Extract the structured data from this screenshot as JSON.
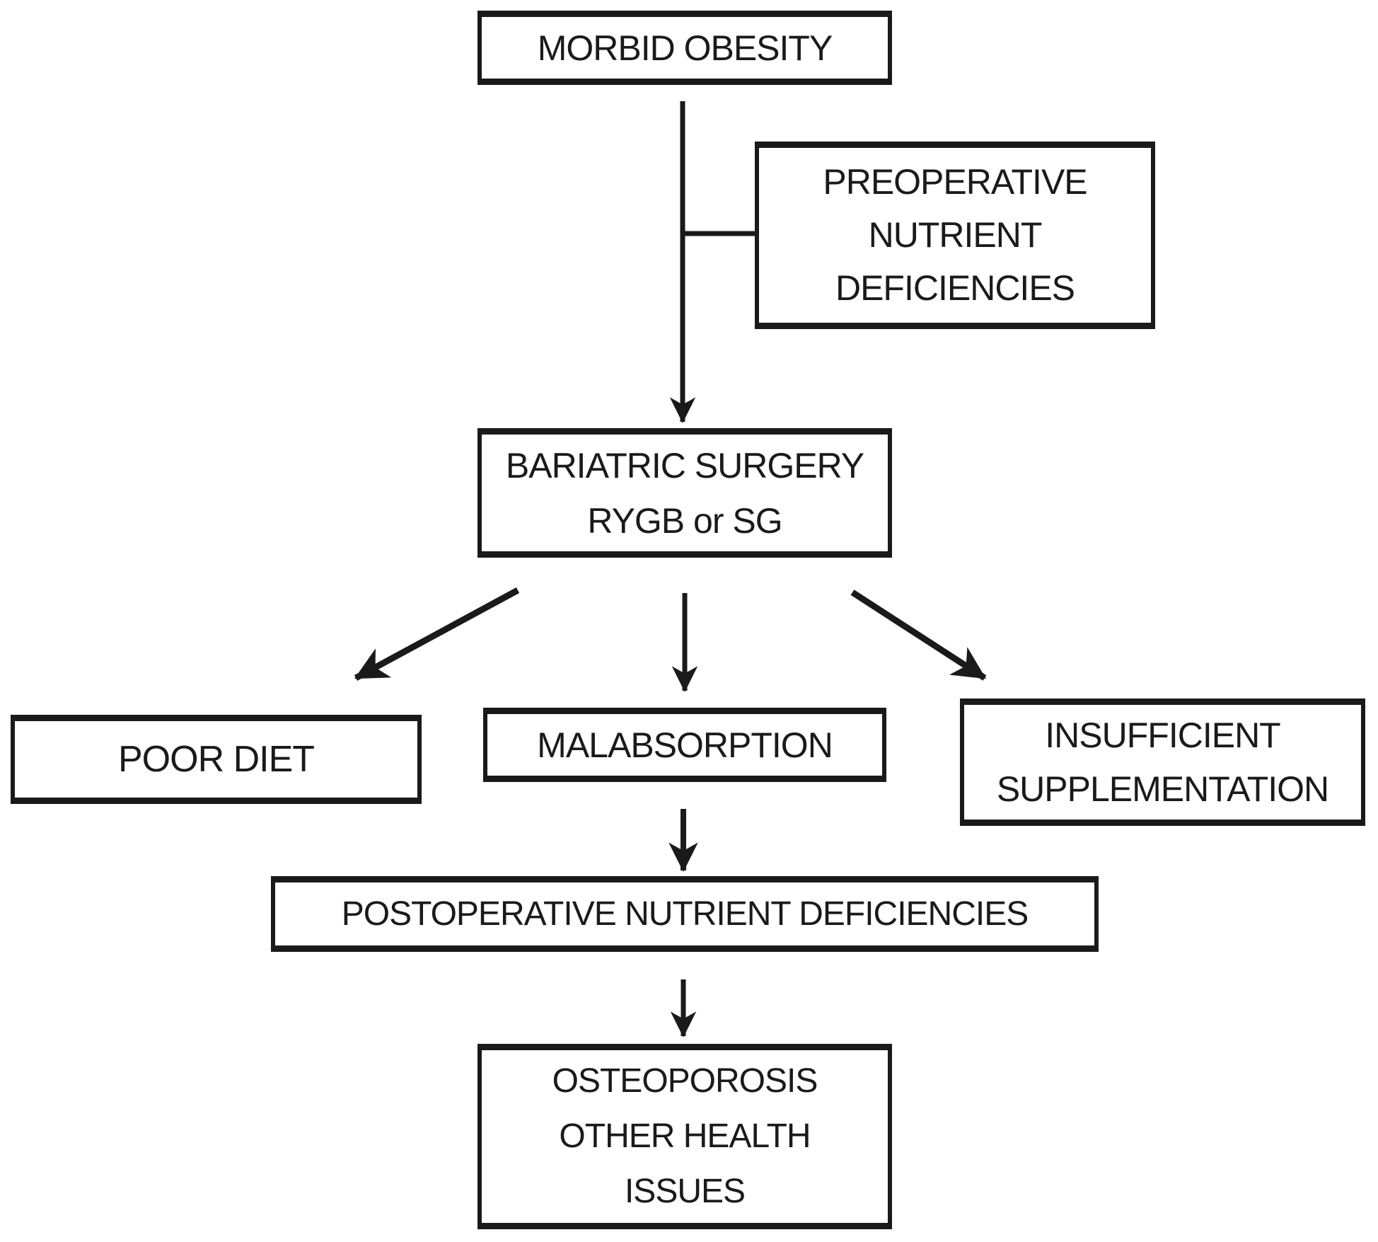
{
  "figure": {
    "type": "flowchart",
    "colors": {
      "ink": "#1a1a1a",
      "background": "#ffffff"
    },
    "nodes": {
      "morbid_obesity": {
        "lines": [
          "MORBID OBESITY"
        ]
      },
      "preoperative_deficiencies": {
        "lines": [
          "PREOPERATIVE",
          "NUTRIENT",
          "DEFICIENCIES"
        ]
      },
      "bariatric_surgery": {
        "lines": [
          "BARIATRIC SURGERY",
          "RYGB or SG"
        ]
      },
      "poor_diet": {
        "lines": [
          "POOR DIET"
        ]
      },
      "malabsorption": {
        "lines": [
          "MALABSORPTION"
        ]
      },
      "insufficient_supplementation": {
        "lines": [
          "INSUFFICIENT",
          "SUPPLEMENTATION"
        ]
      },
      "postoperative_deficiencies": {
        "lines": [
          "POSTOPERATIVE NUTRIENT DEFICIENCIES"
        ]
      },
      "osteoporosis_other": {
        "lines": [
          "OSTEOPOROSIS",
          "OTHER HEALTH",
          "ISSUES"
        ]
      }
    },
    "edges": [
      {
        "from": "morbid_obesity",
        "to": "bariatric_surgery",
        "style": "arrow"
      },
      {
        "from": "preoperative_deficiencies",
        "to": "morbid_obesity_arrow",
        "style": "plain-connector"
      },
      {
        "from": "bariatric_surgery",
        "to": "poor_diet",
        "style": "arrow"
      },
      {
        "from": "bariatric_surgery",
        "to": "malabsorption",
        "style": "arrow"
      },
      {
        "from": "bariatric_surgery",
        "to": "insufficient_supplementation",
        "style": "arrow"
      },
      {
        "from": "malabsorption",
        "to": "postoperative_deficiencies",
        "style": "arrow"
      },
      {
        "from": "postoperative_deficiencies",
        "to": "osteoporosis_other",
        "style": "arrow"
      }
    ]
  }
}
